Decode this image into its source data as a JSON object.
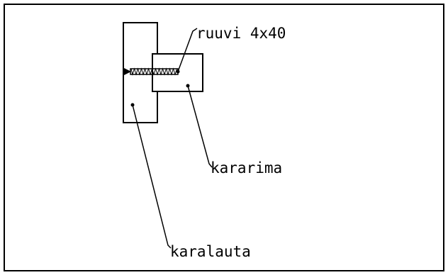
{
  "labels": {
    "screw": "ruuvi 4x40",
    "batten": "kararima",
    "board": "karalauta"
  },
  "colors": {
    "background": "#ffffff",
    "line": "#000000"
  }
}
